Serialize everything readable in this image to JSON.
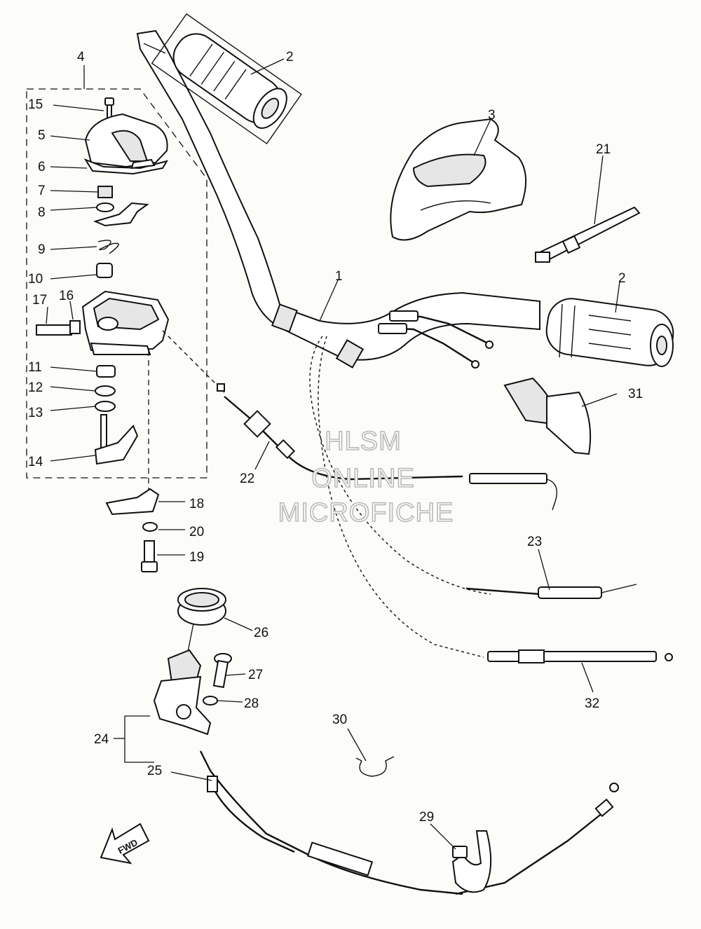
{
  "watermark": {
    "line1": "HLSM",
    "line2": "ONLINE",
    "line3": "MICROFICHE"
  },
  "direction_arrow": "FWD",
  "callouts": {
    "c1": "1",
    "c2a": "2",
    "c2b": "2",
    "c3": "3",
    "c4": "4",
    "c5": "5",
    "c6": "6",
    "c7": "7",
    "c8": "8",
    "c9": "9",
    "c10": "10",
    "c11": "11",
    "c12": "12",
    "c13": "13",
    "c14": "14",
    "c15": "15",
    "c16": "16",
    "c17": "17",
    "c18": "18",
    "c19": "19",
    "c20": "20",
    "c21": "21",
    "c22": "22",
    "c23": "23",
    "c24": "24",
    "c25": "25",
    "c26": "26",
    "c27": "27",
    "c28": "28",
    "c29": "29",
    "c30": "30",
    "c31": "31",
    "c32": "32"
  }
}
